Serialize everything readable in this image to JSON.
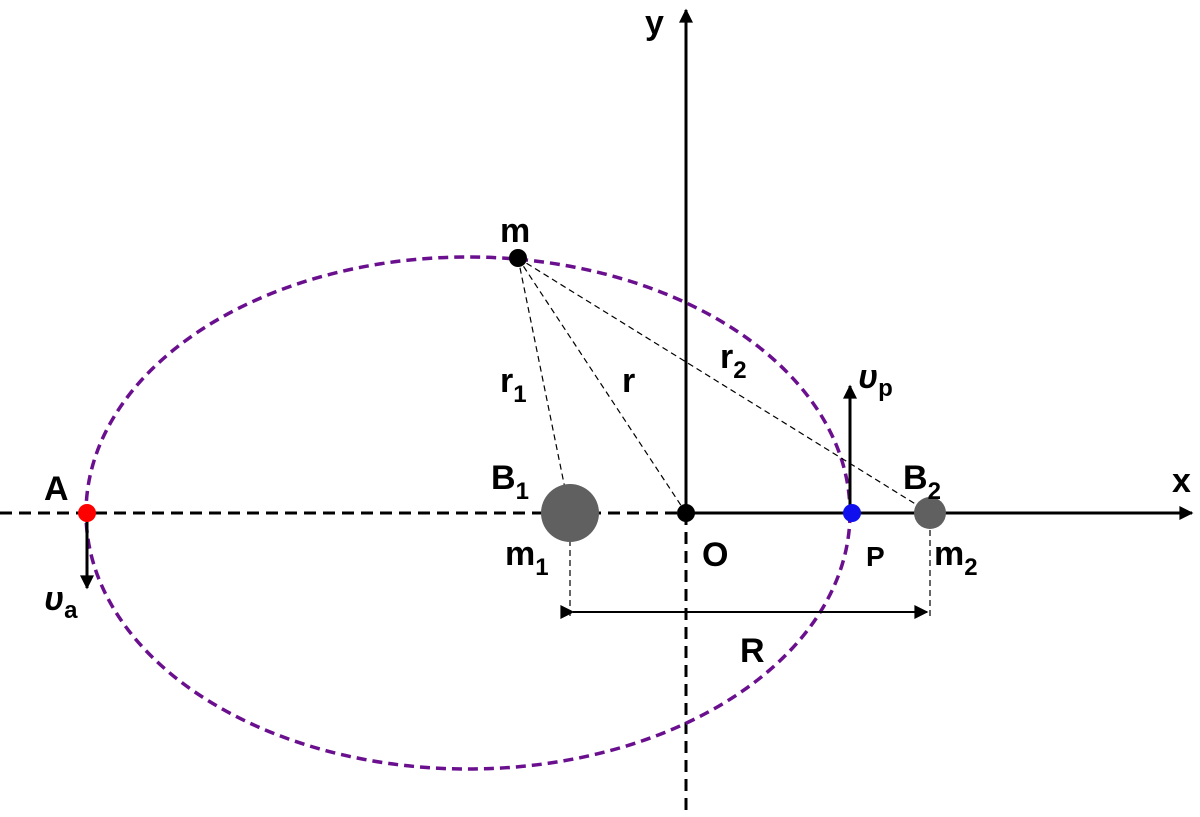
{
  "colors": {
    "orbit": "#6a0f8e",
    "axis": "#000000",
    "body": "#606060",
    "apoapsis_point": "#ff0000",
    "periapsis_point": "#1010ee",
    "test_mass": "#000000"
  },
  "labels": {
    "y_axis": "y",
    "x_axis": "x",
    "origin": "O",
    "mass_m": "m",
    "point_a": "A",
    "point_p": "P",
    "body1": {
      "main": "B",
      "sub": "1"
    },
    "body2": {
      "main": "B",
      "sub": "2"
    },
    "mass1": {
      "main": "m",
      "sub": "1"
    },
    "mass2": {
      "main": "m",
      "sub": "2"
    },
    "r1": {
      "main": "r",
      "sub": "1"
    },
    "r": "r",
    "r2": {
      "main": "r",
      "sub": "2"
    },
    "separation": "R",
    "velocity_p": {
      "main": "υ",
      "sub": "p"
    },
    "velocity_a": {
      "main": "υ",
      "sub": "a"
    }
  }
}
